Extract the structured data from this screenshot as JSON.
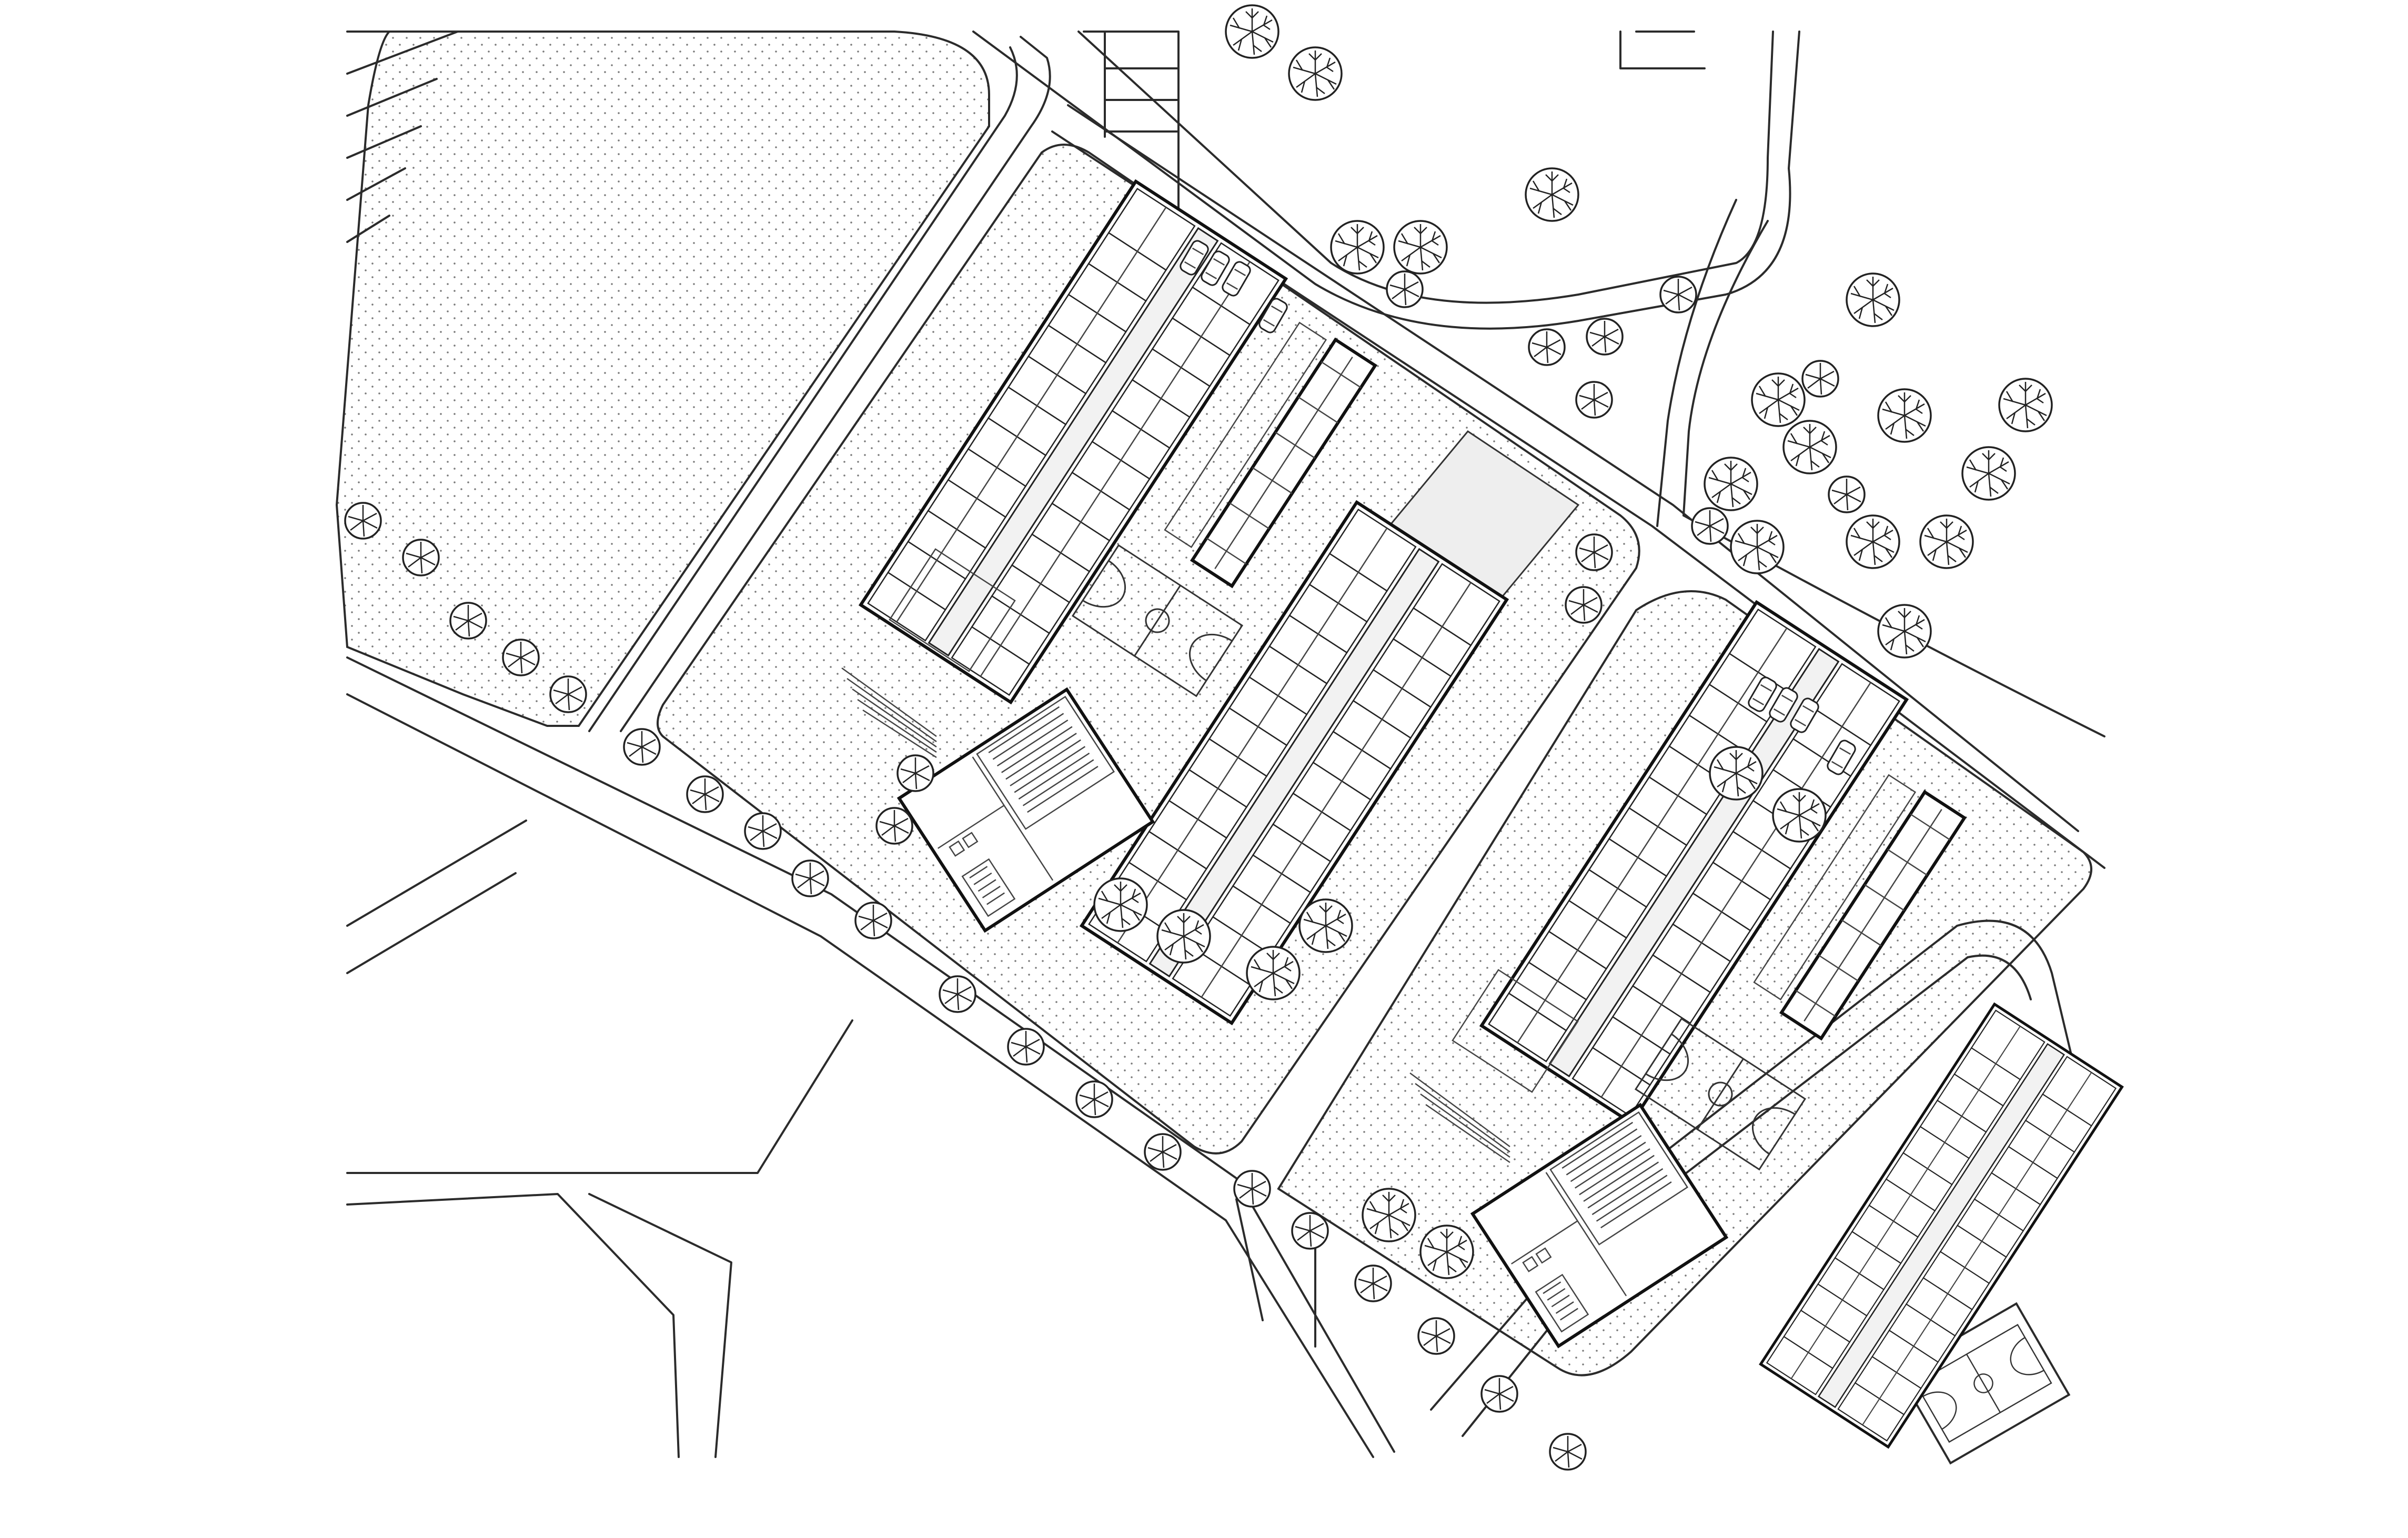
{
  "drawing": {
    "type": "site-plan",
    "style": "black line drawing on white",
    "colors": {
      "background": "#ffffff",
      "line": "#2b2b2b",
      "ground_dots": "#7a7a7a",
      "plaza_fill": "#eeeeee"
    },
    "counts": {
      "housing_blocks": 4,
      "service_buildings": 2,
      "auditorium_buildings": 2,
      "basketball_courts": 3,
      "parking_bays": 2
    },
    "labels": []
  }
}
